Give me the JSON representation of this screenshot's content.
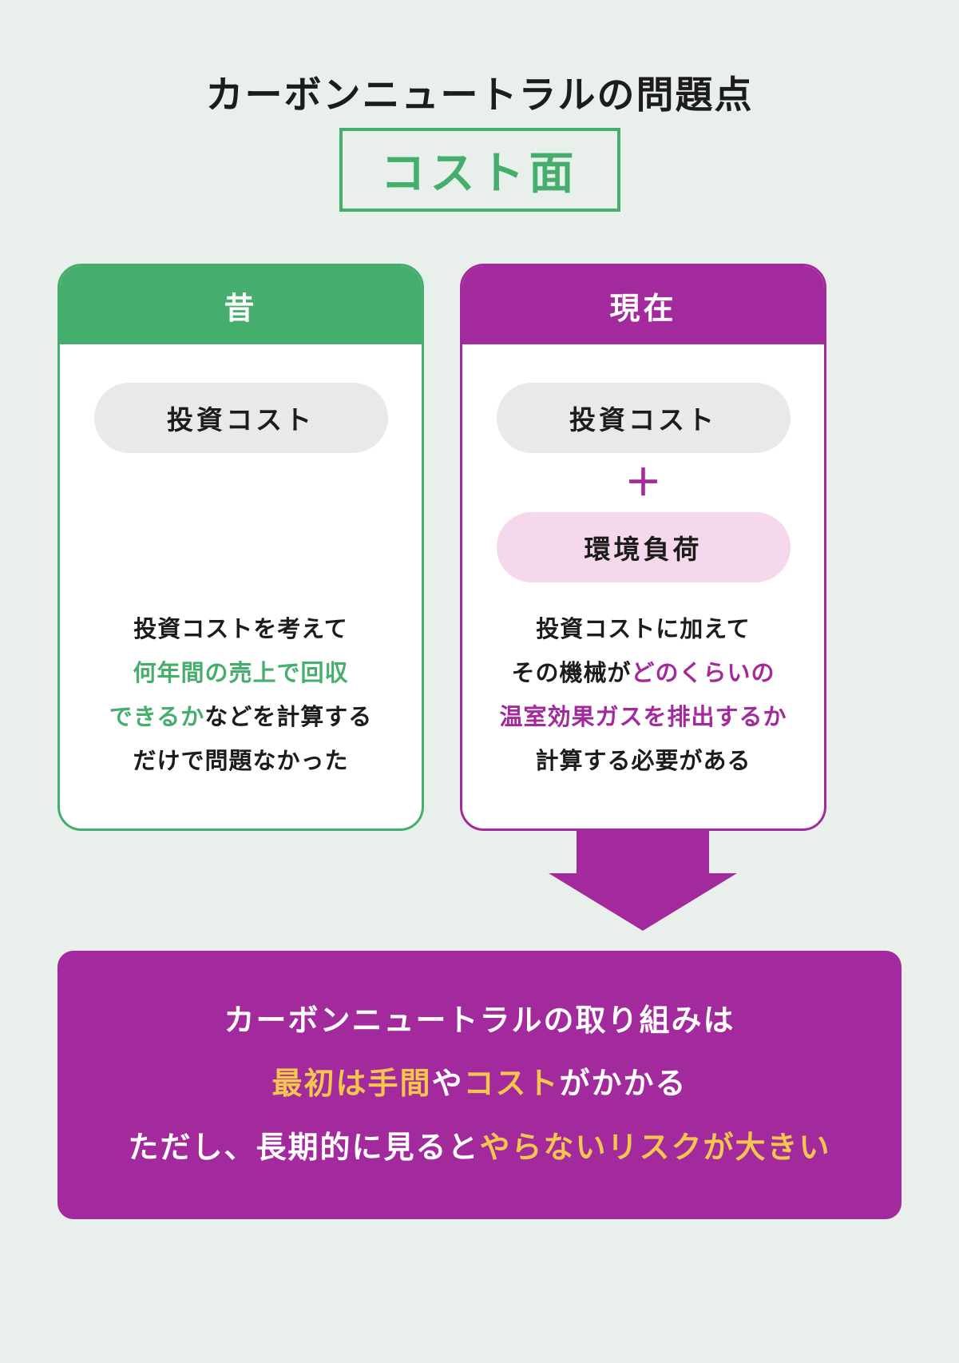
{
  "header": {
    "title": "カーボンニュートラルの問題点",
    "subtitle": "コスト面"
  },
  "cards": {
    "past": {
      "header": "昔",
      "pill_investment": "投資コスト",
      "description_lines": [
        [
          {
            "text": "投資コストを考えて",
            "color": "default"
          }
        ],
        [
          {
            "text": "何年間の売上で回収",
            "color": "green"
          }
        ],
        [
          {
            "text": "できるか",
            "color": "green"
          },
          {
            "text": "などを計算する",
            "color": "default"
          }
        ],
        [
          {
            "text": "だけで問題なかった",
            "color": "default"
          }
        ]
      ]
    },
    "present": {
      "header": "現在",
      "pill_investment": "投資コスト",
      "plus": "＋",
      "pill_environment": "環境負荷",
      "description_lines": [
        [
          {
            "text": "投資コストに加えて",
            "color": "default"
          }
        ],
        [
          {
            "text": "その機械が",
            "color": "default"
          },
          {
            "text": "どのくらいの",
            "color": "purple"
          }
        ],
        [
          {
            "text": "温室効果ガスを排出するか",
            "color": "purple"
          }
        ],
        [
          {
            "text": "計算する必要がある",
            "color": "default"
          }
        ]
      ]
    }
  },
  "conclusion": {
    "lines": [
      [
        {
          "text": "カーボンニュートラルの取り組みは",
          "color": "white"
        }
      ],
      [
        {
          "text": "最初は手間",
          "color": "yellow"
        },
        {
          "text": "や",
          "color": "white"
        },
        {
          "text": "コスト",
          "color": "yellow"
        },
        {
          "text": "がかかる",
          "color": "white"
        }
      ],
      [
        {
          "text": "ただし、長期的に見ると",
          "color": "white"
        },
        {
          "text": "やらないリスクが大きい",
          "color": "yellow"
        }
      ]
    ]
  },
  "colors": {
    "background": "#e9efeb",
    "green": "#45ae6c",
    "purple": "#a32a9c",
    "pink_pill": "#f6d8ec",
    "gray_pill": "#e9e9e9",
    "yellow": "#f4c64d"
  }
}
